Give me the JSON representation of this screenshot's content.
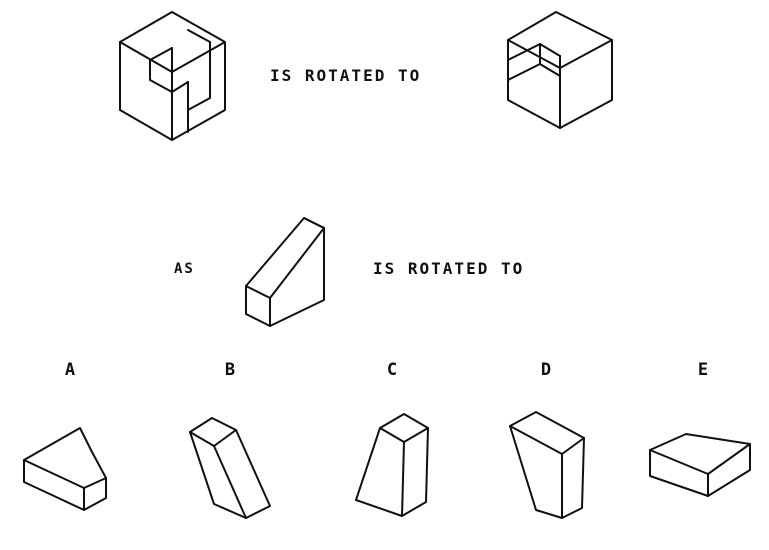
{
  "example": {
    "relation_text": "IS ROTATED TO"
  },
  "question": {
    "as_text": "AS",
    "relation_text": "IS ROTATED TO"
  },
  "options": [
    {
      "letter": "A"
    },
    {
      "letter": "B"
    },
    {
      "letter": "C"
    },
    {
      "letter": "D"
    },
    {
      "letter": "E"
    }
  ],
  "colors": {
    "ink": "#111111",
    "background": "#ffffff"
  }
}
